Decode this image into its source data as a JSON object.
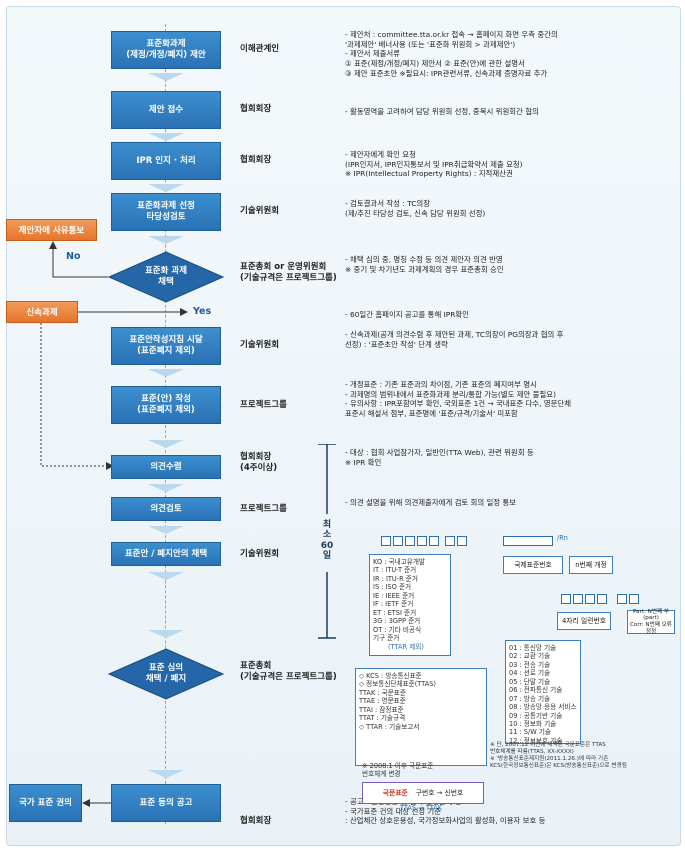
{
  "steps": {
    "s1": "표준화과제\n(제정/개정/폐지) 제안",
    "s2": "제안 접수",
    "s3": "IPR 인지 · 처리",
    "s4": "표준화과제 선정\n타당성검토",
    "s5": "표준화 과제\n채택",
    "s6": "표준안작성지침 시달\n(표준폐지 제외)",
    "s7": "표준(안) 작성\n(표준폐지 제외)",
    "s8": "의견수렴",
    "s9": "의견검토",
    "s10": "표준안 / 폐지안의 채택",
    "s11": "표준 심의\n채택 / 폐지",
    "s12": "표준 등의 공고"
  },
  "side": {
    "reject": "제안자에 사유통보",
    "fast": "신속과제",
    "national": "국가 표준 권의",
    "no": "No",
    "yes": "Yes"
  },
  "roles": {
    "r1": "이해관계인",
    "r2": "협회회장",
    "r3": "협회회장",
    "r4": "기술위원회",
    "r5": "표준총회 or 운영위원회\n(기술규격은 프로젝트그룹)",
    "r6": "기술위원회",
    "r7": "프로젝트그룹",
    "r8": "협회회장\n(4주이상)",
    "r9": "프로젝트그룹",
    "r10": "기술위원회",
    "r11": "표준총회\n(기술규격은 프로젝트그룹)",
    "r12": "협회회장"
  },
  "notes": {
    "n1": "- 제안처 : committee.tta.or.kr 접속 → 홈페이지 화면 우측 중간의\n   '과제제안' 배너사용 (또는 '표준화 위원회 > 과제제안')\n- 제안서 제출서류\n   ① 표준(제정/개정/폐지) 제안서  ② 표준(안)에 관한 설명서\n   ③ 제안 표준초안  ※필요시: IPR관련서류, 신속과제 증명자료 추가",
    "n2": "- 활동영역을 고려하여 담당 위원회 선정, 중복시 위원회간 협의",
    "n3": "- 제안자에게 확인 요청\n  (IPR인지서, IPR인지통보서 및 IPR취급확약서 제출 요청)\n  ※ IPR(Intellectual Property Rights) : 지적재산권",
    "n4": "- 검토결과서 작성 : TC의장\n  (제/추진 타당성 검토, 신속 담당 위원회 선정)",
    "n5": "- 채택 심의 중, 명칭 수정 등 의견 제안자 의견 반영\n  ※ 중기 및 차기년도 과제계획의 경우 표준총회 승인",
    "n6": "- 60일간 홈페이지 공고를 통해 IPR확인",
    "n7": "- 신속과제(공개 의견수렴 후 제안된 과제, TC의장이 PG의장과 협의 후\n  선정) : '표준초안 작성' 단계 생략",
    "n8": "- 개정표준 : 기존 표준과의 차이점, 기존 표준의 폐지여부 명시\n- 과제명의 범위내에서 표준화과제 분리/통합 가능(별도 제안 불필요)\n- 유의사항 : IPR포함여부 확인, 국외표준 1건 → 국내표준 다수, 영문단체\n   표준시 해설서 첨부, 표준명에 '표준/규격/기술서' 미포함",
    "n9": "- 대상 : 협회 사업참가자, 일반인(TTA Web), 관련 위원회 등\n   ※ IPR 확인",
    "n10": "- 의견 설명을 위해 의견제출자에게 검토 회의 일정 통보",
    "n11": "- 공고 : 일간신문 및 협회 간행물에 공고\n- 국가표준 건의 대상 선정 기준\n  : 산업체간 상호운용성, 국가정보화사업의 활성화, 이용자 보호 등"
  },
  "minimum_days": "최\n소\n60\n일",
  "code": {
    "list1": "KO : 국내고유개발\nIT : ITU-T 준거\nIR : ITU-R 준거\nIS : ISO 준거\nIE : IEEE 준거\nIF : IETF 준거\nET : ETSI 준거\n3G : 3GPP 준거\nOT : 기타 비공식\n       기구 준거",
    "list1_note": "(TTAR 제외)",
    "list2": "◇ KCS : 방송통신표준\n◇ 정보통신단체표준(TTAS)\n   TTAK : 국문표준\n   TTAE : 영문표준\n   TTAI : 잠정표준\n   TTAT : 기술규격\n◇ TTAR : 기술보고서",
    "note2008": "※ 2008.1 이후 국문표준\n   번호체계 변경",
    "old_new": "구번호 → 신번호",
    "ttas_ttak": "TTAS → TTAK",
    "koreanstd": "국문표준",
    "intl": "국제표준번호",
    "nth": "n번째 개정",
    "serial": "4자리 일련번호",
    "part": "Part:  N번째 부(part)\nCorr:  N번째 오류정정",
    "suffix": "/Rn",
    "fields": "01 : 통신망 기술\n02 : 교환 기술\n03 : 전송 기술\n04 : 선로 기술\n05 : 단말 기술\n06 : 전파통신 기술\n07 : 방송 기술\n08 : 방송망 응용 서비스\n09 : 공통기반 기술\n10 : 정보화 기술\n11 : S/W 기술\n12 : 정보보호 기술",
    "footnote": "※ 단, 2007.12 이전에 채택된 국문표준은 TTAS\n   번호체계를 따름(TTAS, XX-XXXX)\n※ '방송통신표준제지원(2011.1.26.)에 따라 기존\n   KCS(한국정보통신표준)은 KCS(방송통신표준)으로 변경됨"
  },
  "colors": {
    "box_blue": "#2a72b5",
    "box_orange": "#e5752c",
    "diamond_blue": "#2466a8"
  }
}
